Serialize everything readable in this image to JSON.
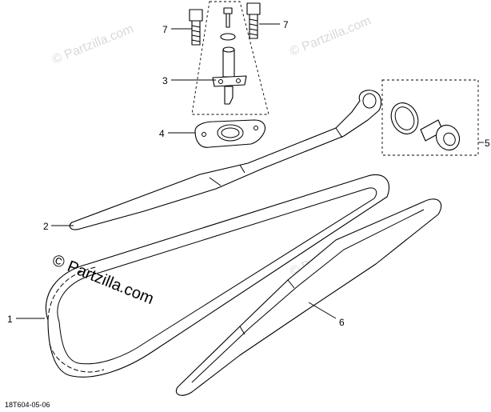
{
  "callouts": {
    "c1": "1",
    "c2": "2",
    "c3": "3",
    "c4": "4",
    "c5": "5",
    "c6": "6",
    "c7a": "7",
    "c7b": "7"
  },
  "watermark": {
    "text": "© Partzilla.com"
  },
  "footer": {
    "code": "18T604-05-06"
  }
}
